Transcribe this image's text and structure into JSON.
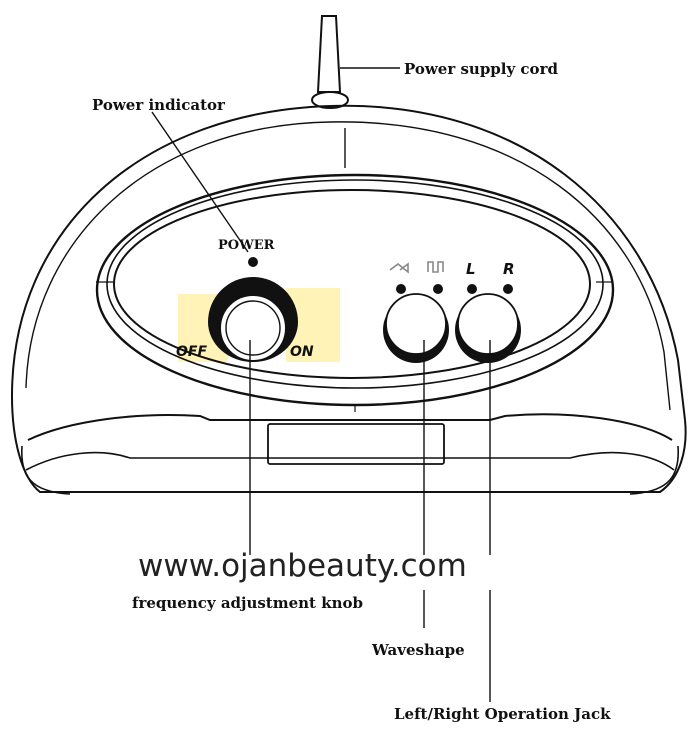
{
  "labels": {
    "power_supply_cord": "Power supply cord",
    "power_indicator": "Power indicator",
    "power": "POWER",
    "off": "OFF",
    "on": "ON",
    "left_jack": "L",
    "right_jack": "R",
    "frequency_knob": "frequency adjustment knob",
    "waveshape": "Waveshape",
    "left_right_jack": "Left/Right Operation Jack"
  },
  "watermark": "www.ojanbeauty.com",
  "colors": {
    "line": "#111111",
    "highlight": "#fff3b8",
    "background": "#ffffff"
  }
}
